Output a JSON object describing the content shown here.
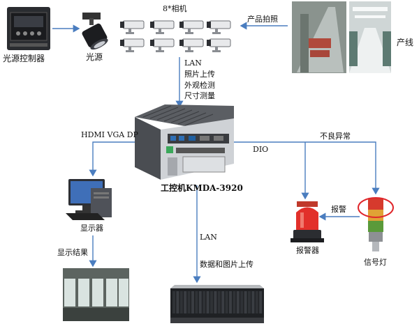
{
  "labels": {
    "light_controller": "光源控制器",
    "light_source": "光源",
    "cameras": "8*相机",
    "product_photo": "产品拍照",
    "production_line": "产线",
    "lan_top": "LAN",
    "upload_photo": "照片上传",
    "appearance_check": "外观检测",
    "size_measure": "尺寸测量",
    "display_ports": "HDMI VGA DP",
    "dio": "DIO",
    "defect": "不良异常",
    "ipc": "工控机KMDA-3920",
    "monitor": "显示器",
    "alarm_arrow": "报警",
    "alarm_device": "报警器",
    "signal_light": "信号灯",
    "show_result": "显示结果",
    "lan_bottom": "LAN",
    "data_upload": "数据和图片上传"
  },
  "colors": {
    "arrow": "#4a7dbf",
    "highlight": "#e0262b",
    "device_dark": "#2b2d31"
  }
}
